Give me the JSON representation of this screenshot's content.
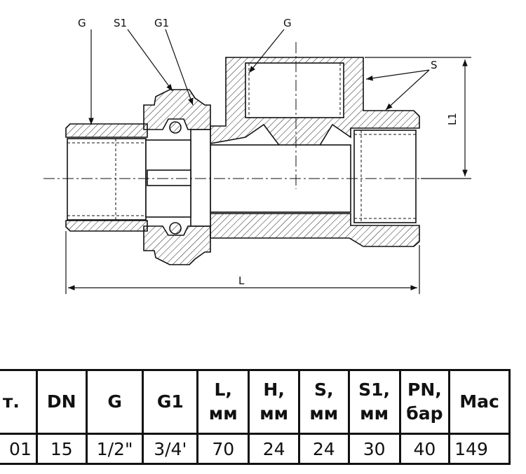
{
  "labels": {
    "g_left": "G",
    "s1": "S1",
    "g1": "G1",
    "g_top": "G",
    "s": "S",
    "l1": "L1",
    "l": "L"
  },
  "table": {
    "headers": [
      {
        "line1": "т.",
        "line2": ""
      },
      {
        "line1": "DN",
        "line2": ""
      },
      {
        "line1": "G",
        "line2": ""
      },
      {
        "line1": "G1",
        "line2": ""
      },
      {
        "line1": "L,",
        "line2": "мм"
      },
      {
        "line1": "H,",
        "line2": "мм"
      },
      {
        "line1": "S,",
        "line2": "мм"
      },
      {
        "line1": "S1,",
        "line2": "мм"
      },
      {
        "line1": "PN,",
        "line2": "бар"
      },
      {
        "line1": "Mac",
        "line2": ""
      }
    ],
    "row": [
      "01",
      "15",
      "1/2\"",
      "3/4'",
      "70",
      "24",
      "24",
      "30",
      "40",
      "149"
    ]
  }
}
